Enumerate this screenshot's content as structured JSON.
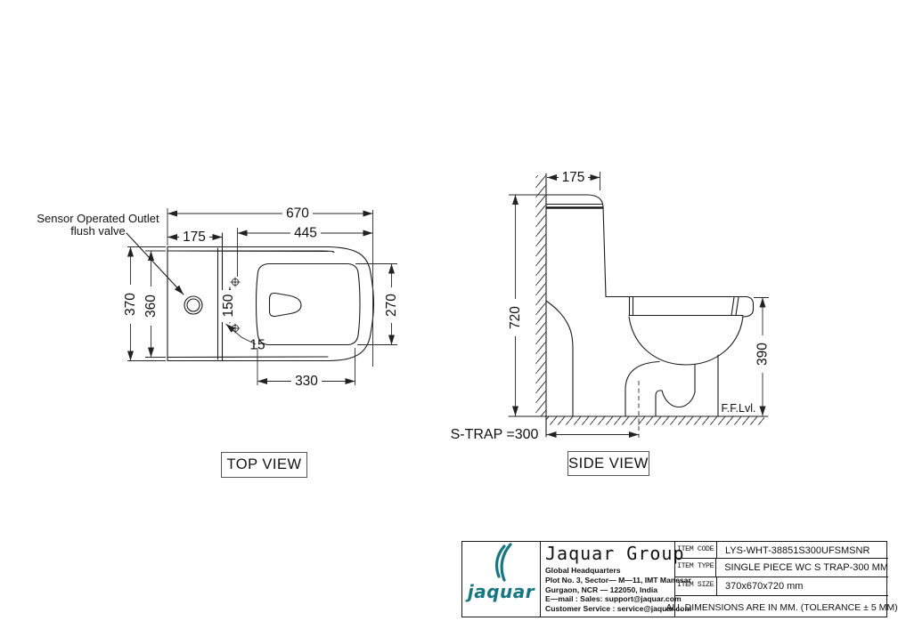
{
  "top_view": {
    "label": "TOP VIEW",
    "annotation": {
      "line1": "Sensor Operated Outlet",
      "line2": "flush valve"
    },
    "dims": {
      "overall_length": "670",
      "cistern_width": "175",
      "rim_to_front": "445",
      "overall_depth": "370",
      "body_depth": "360",
      "hole_pitch": "150",
      "gap": "15",
      "seat_opening_length": "330",
      "seat_opening_width": "270"
    }
  },
  "side_view": {
    "label": "SIDE VIEW",
    "dims": {
      "top_depth": "175",
      "overall_height": "720",
      "rim_height": "390",
      "trap": "S-TRAP =300"
    },
    "floor_label": "F.F.Lvl."
  },
  "title_block": {
    "brand_wordmark": "jaquar",
    "brand_color": "#177780",
    "company": "Jaquar Group",
    "hq": [
      "Global Headquarters",
      "Plot No. 3, Sector— M—11, IMT Manesar",
      "Gurgaon, NCR — 122050, India",
      "E—mail : Sales: support@jaquar.com",
      "Customer Service : service@jaquar.com"
    ],
    "rows": [
      {
        "label": "ITEM CODE",
        "value": "LYS-WHT-38851S300UFSMSNR"
      },
      {
        "label": "ITEM TYPE",
        "value": "SINGLE PIECE WC S TRAP-300 MM"
      },
      {
        "label": "ITEM SIZE",
        "value": "370x670x720 mm"
      }
    ],
    "note": "ALL DIMENSIONS ARE IN MM. (TOLERANCE ± 5 MM)"
  }
}
